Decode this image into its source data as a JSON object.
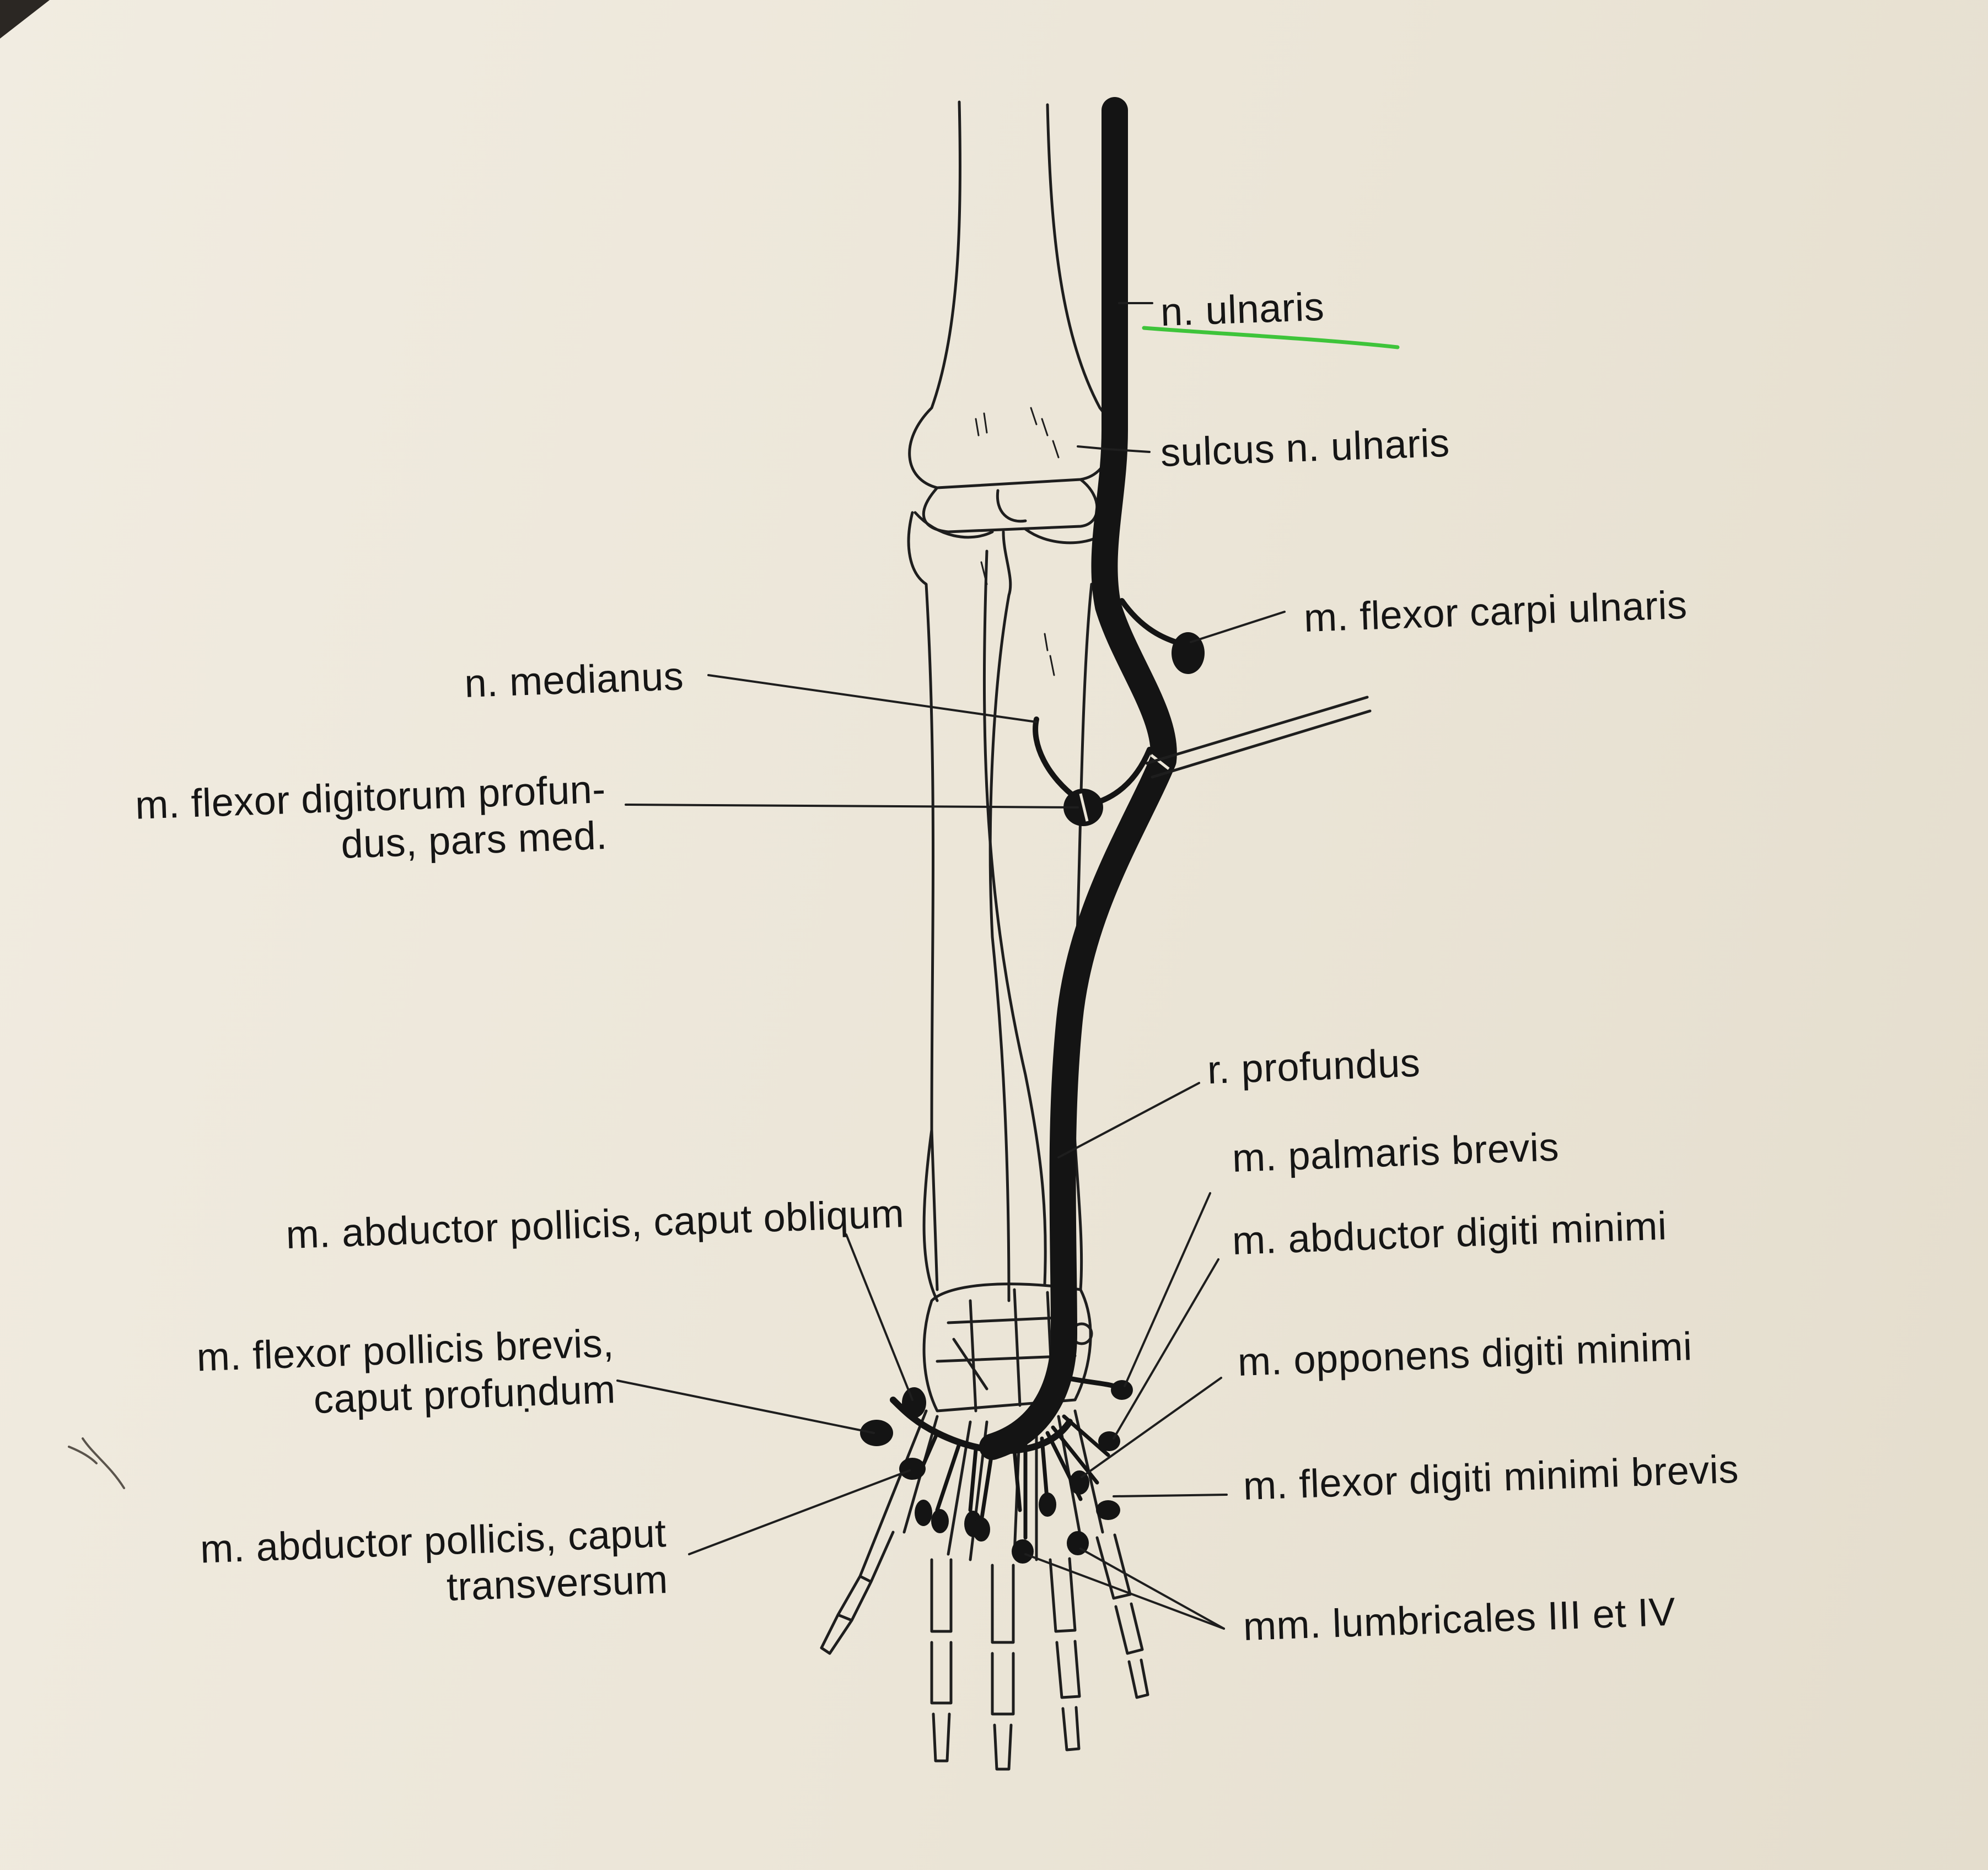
{
  "labels": {
    "n_ulnaris": "n. ulnaris",
    "sulcus_n_ulnaris": "sulcus n. ulnaris",
    "m_flexor_carpi_ulnaris": "m. flexor carpi ulnaris",
    "n_medianus": "n. medianus",
    "m_flexor_digitorum_profundus_line1": "m. flexor digitorum profun-",
    "m_flexor_digitorum_profundus_line2": "dus, pars med.",
    "r_profundus": "r. profundus",
    "m_palmaris_brevis": "m. palmaris brevis",
    "m_abductor_digiti_minimi": "m. abductor digiti minimi",
    "m_abductor_pollicis_caput_obliqum": "m. abductor pollicis, caput obliqum",
    "m_opponens_digiti_minimi": "m. opponens digiti minimi",
    "m_flexor_pollicis_brevis_line1": "m. flexor pollicis  brevis,",
    "m_flexor_pollicis_brevis_line2": "caput profuṇdum",
    "m_flexor_digiti_minimi_brevis": "m. flexor digiti minimi brevis",
    "m_abductor_pollicis_caput_transversum_line1": "m. abductor pollicis, caput",
    "m_abductor_pollicis_caput_transversum_line2": "transversum",
    "mm_lumbricales": "mm. lumbricales III et IV"
  },
  "colors": {
    "nerve": "#141414",
    "bone_outline": "#1e1e1e",
    "paper": "#ede7da",
    "highlight_underline": "#3ec43a"
  }
}
